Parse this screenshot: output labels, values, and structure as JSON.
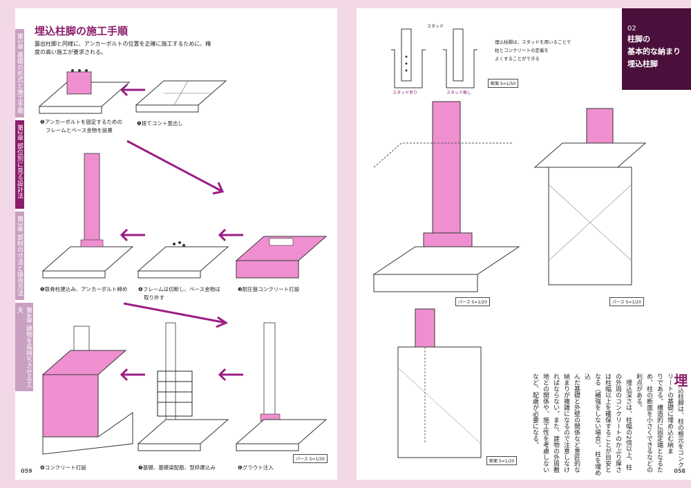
{
  "left": {
    "tabs": [
      "第1章 基礎の形式と施工手順",
      "第2章 部位別に見る設計法",
      "第3章 部材の寸法と接合方法",
      "第4章 建物を長持ちさせる工夫"
    ],
    "title": "埋込柱脚の施工手順",
    "intro": "露出柱脚と同様に、アンカーボルトの位置を正確に施工するために、精度の高い施工が要求される。",
    "steps": {
      "s1": "❶捨てコン＋墨出し",
      "s2a": "❷アンカーボルトを固定するための",
      "s2b": "フレームとベース金物を設置",
      "s3": "❸耐圧盤コンクリート打設",
      "s4a": "❹フレームは切断し、ベース金物は",
      "s4b": "取り外す",
      "s5": "❺鉄骨柱建込み、アンカーボルト締め",
      "s6": "❻グラウト注入",
      "s7": "❼基礎、基礎梁配筋、型枠建込み",
      "s8": "❽コンクリート打設"
    },
    "scale": "パース S=1/30",
    "page_number": "059"
  },
  "right": {
    "header": {
      "no": "02",
      "title": [
        "柱脚の",
        "基本的な納まり",
        "埋込柱脚"
      ]
    },
    "stud_label": "スタッド",
    "stud_yes": "スタッド有り",
    "stud_no": "スタッド無し",
    "scale_section_small": "断面 S=1/50",
    "stud_note": [
      "埋込柱脚は、スタッドを用いることで",
      "柱とコンクリートの定着を",
      "よくすることができる"
    ],
    "scale_pers1": "パース S=1/20",
    "scale_pers2": "パース S=1/20",
    "scale_section": "断面 S=1/20",
    "body_lead": "埋",
    "body": [
      "込柱脚は、柱の根元をコンク",
      "リートの基礎に埋め込む納ま",
      "りである。構造的に固定端となるた",
      "め、柱の断面を小さくできるなどの",
      "利点がある。",
      "　埋込深さは、柱幅の2倍以上、柱",
      "の外周のコンクリートのかぶり厚さ",
      "は柱幅以上を確保することが目安と",
      "なる（補強をしない場合）。柱を埋め込",
      "んだ基礎と外壁の関係など意匠的な",
      "納まりが複雑になるので注意しなけ",
      "ればならない。また、建物の外周敷",
      "地との関係や、施工性を考慮しない",
      "など、配慮が必要になる。"
    ],
    "page_number": "058"
  },
  "colors": {
    "accent": "#8a1c6b",
    "pink": "#ef8fd0",
    "dark": "#4a0f3a"
  }
}
